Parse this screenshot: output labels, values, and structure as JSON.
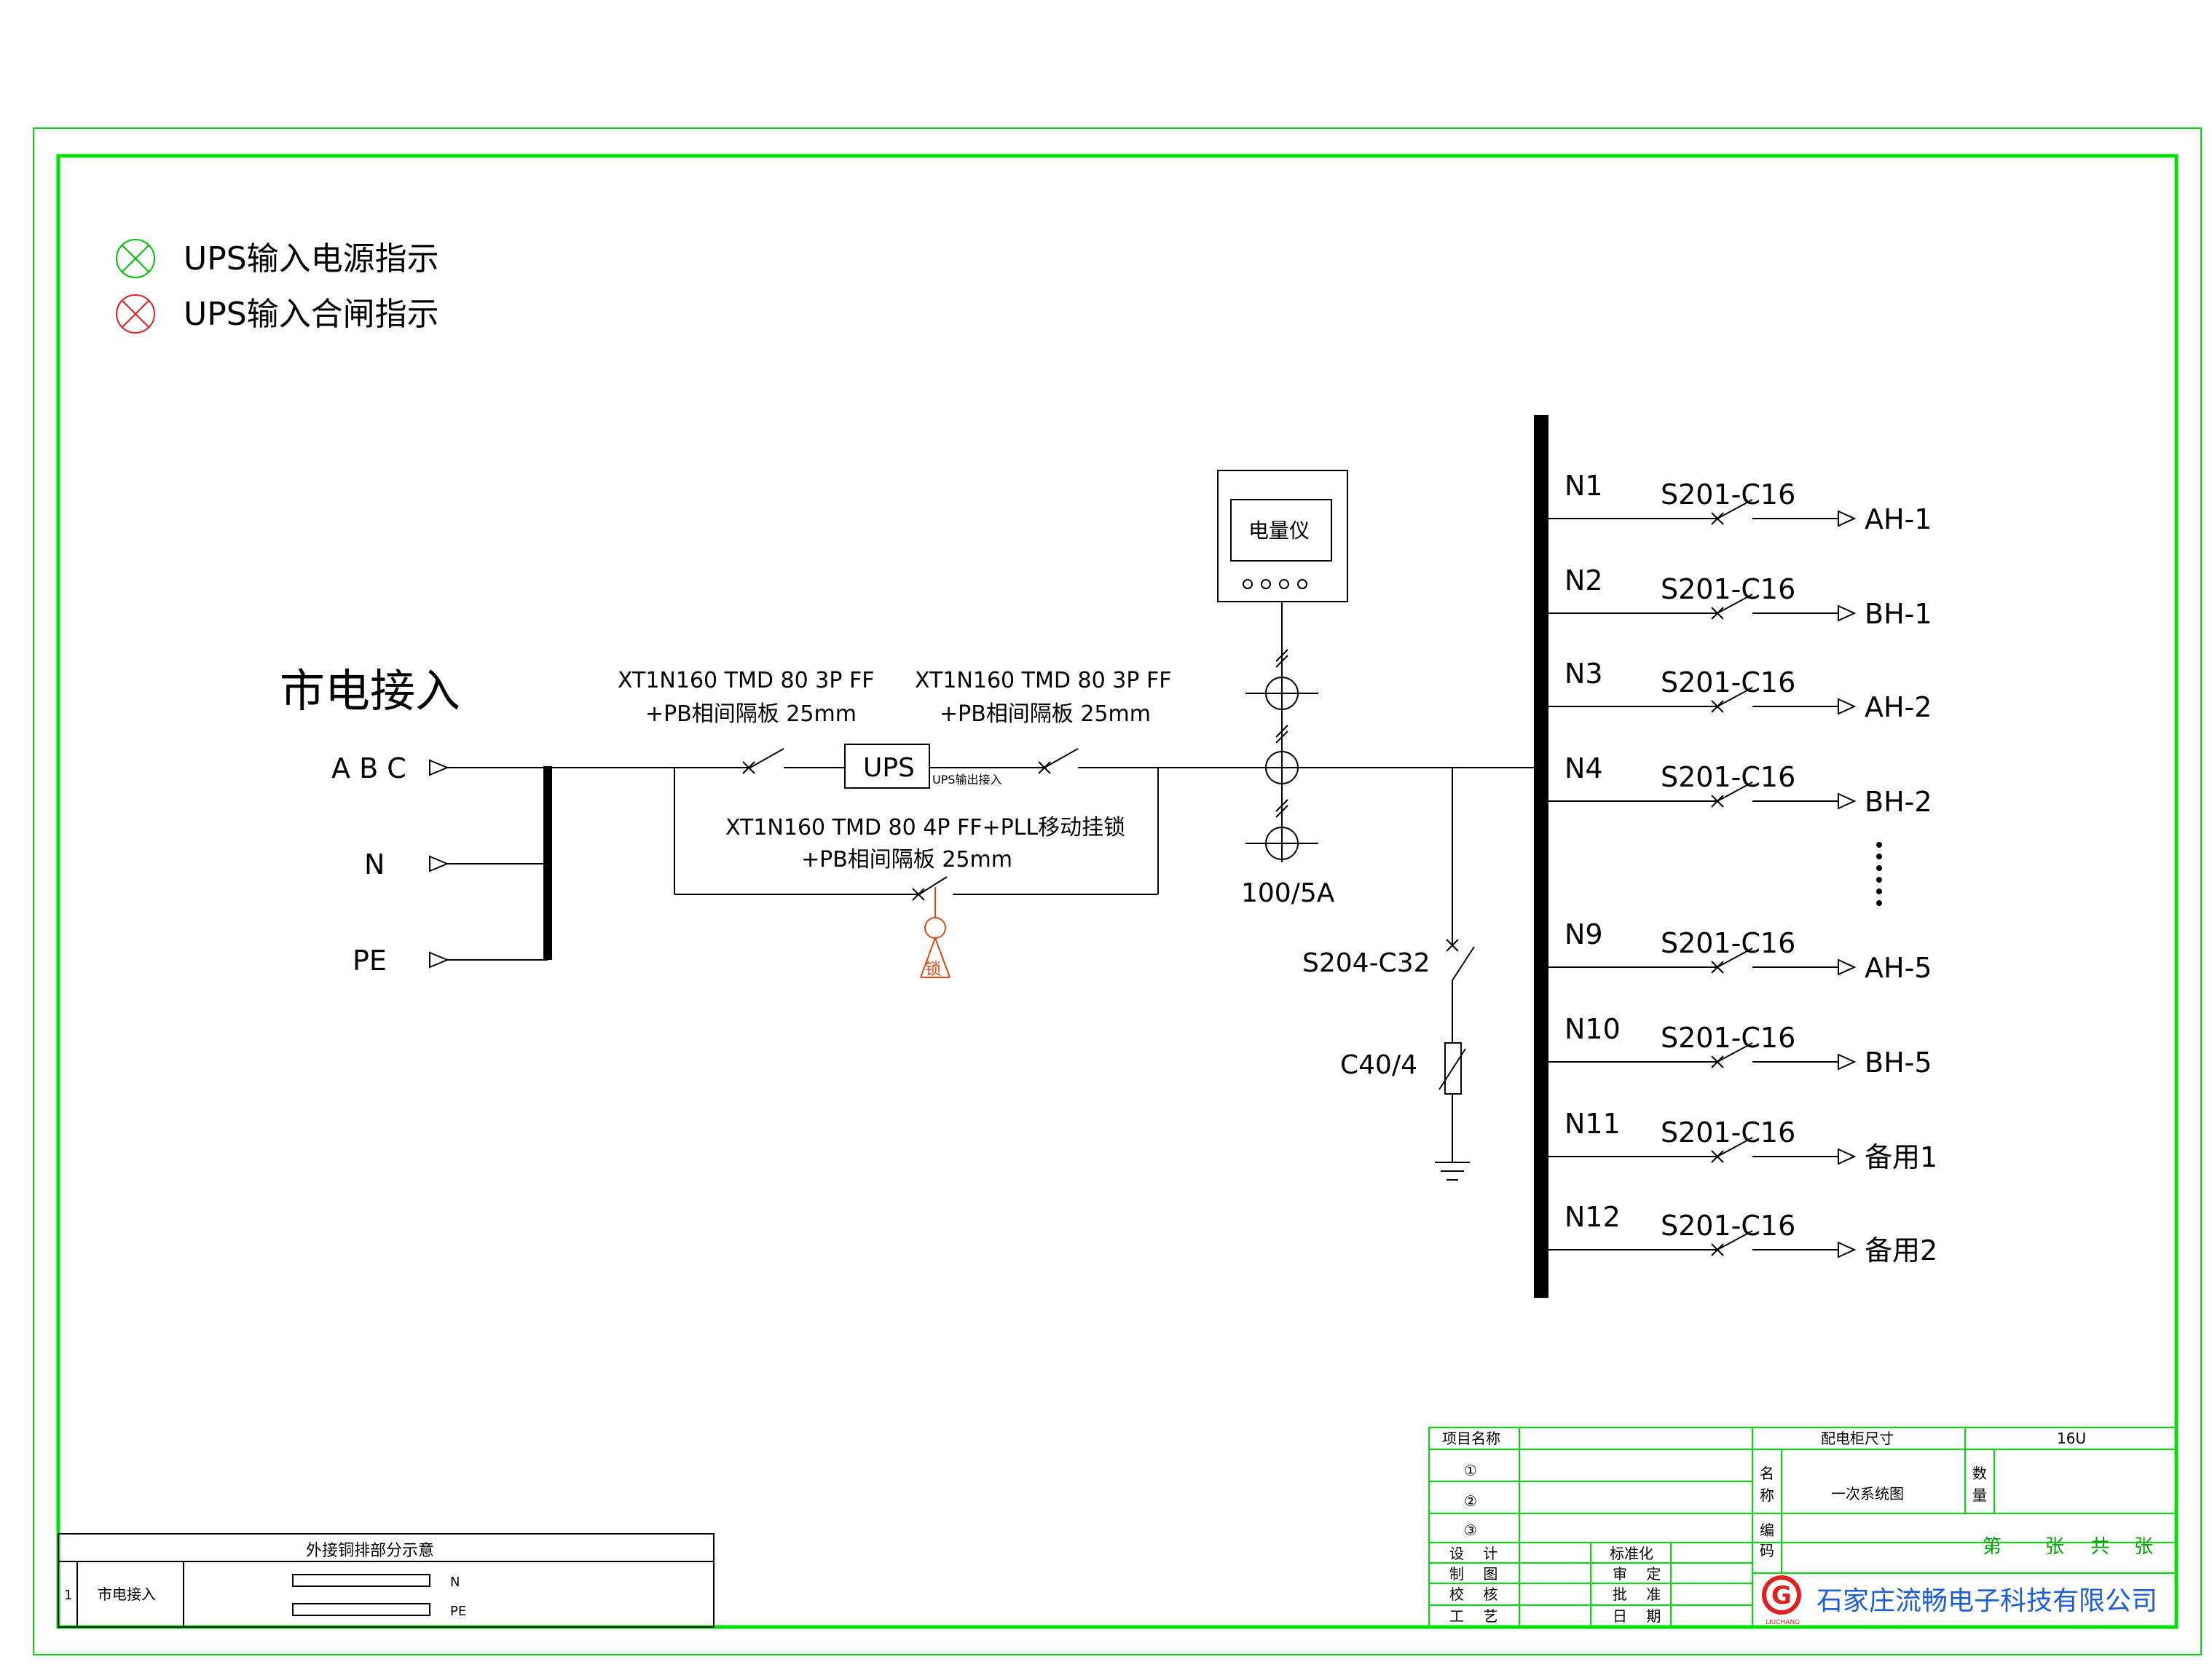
{
  "legend": {
    "power_indicator": "UPS输入电源指示",
    "close_indicator": "UPS输入合闸指示"
  },
  "mains": {
    "title": "市电接入",
    "phase_label": "A B C",
    "neutral_label": "N",
    "earth_label": "PE"
  },
  "breakers": {
    "input_model": "XT1N160 TMD 80 3P FF",
    "input_note": "+PB相间隔板 25mm",
    "output_model": "XT1N160 TMD 80 3P FF",
    "output_note": "+PB相间隔板 25mm",
    "bypass_model": "XT1N160 TMD 80 4P FF+PLL移动挂锁",
    "bypass_note": "+PB相间隔板 25mm",
    "lock_label": "锁"
  },
  "ups": {
    "label": "UPS",
    "output_note": "UPS输出接入"
  },
  "meter": {
    "label": "电量仪",
    "ct_ratio": "100/5A"
  },
  "spd": {
    "breaker": "S204-C32",
    "arrester": "C40/4"
  },
  "circuits": [
    {
      "id": "N1",
      "breaker": "S201-C16",
      "load": "AH-1"
    },
    {
      "id": "N2",
      "breaker": "S201-C16",
      "load": "BH-1"
    },
    {
      "id": "N3",
      "breaker": "S201-C16",
      "load": "AH-2"
    },
    {
      "id": "N4",
      "breaker": "S201-C16",
      "load": "BH-2"
    },
    {
      "id": "N9",
      "breaker": "S201-C16",
      "load": "AH-5"
    },
    {
      "id": "N10",
      "breaker": "S201-C16",
      "load": "BH-5"
    },
    {
      "id": "N11",
      "breaker": "S201-C16",
      "load": "备用1"
    },
    {
      "id": "N12",
      "breaker": "S201-C16",
      "load": "备用2"
    }
  ],
  "busbar_table": {
    "title": "外接铜排部分示意",
    "row_no": "1",
    "row_name": "市电接入",
    "bar_n": "N",
    "bar_pe": "PE"
  },
  "title_block": {
    "project_name_label": "项目名称",
    "item1": "①",
    "item2": "②",
    "item3": "③",
    "cabinet_size_label": "配电柜尺寸",
    "cabinet_size_value": "16U",
    "name_label_1": "名",
    "name_label_2": "称",
    "name_value": "一次系统图",
    "qty_label_1": "数",
    "qty_label_2": "量",
    "code_label_1": "编",
    "code_label_2": "码",
    "design": "设 计",
    "draw": "制 图",
    "check": "校 核",
    "craft": "工 艺",
    "standard": "标准化",
    "review": "审 定",
    "approve": "批 准",
    "date": "日 期",
    "sheet_no": "第",
    "sheet_mid": "张 共",
    "sheet_end": "张",
    "company": "石家庄流畅电子科技有限公司",
    "logo_letter": "G",
    "logo_text": "LIUCHANG"
  },
  "colors": {
    "frame": "#00e000",
    "power_indicator": "#00c000",
    "close_indicator": "#e02020",
    "lock": "#e04a10",
    "company": "#1b5fd8",
    "logo": "#e02020",
    "line": "#000000"
  }
}
